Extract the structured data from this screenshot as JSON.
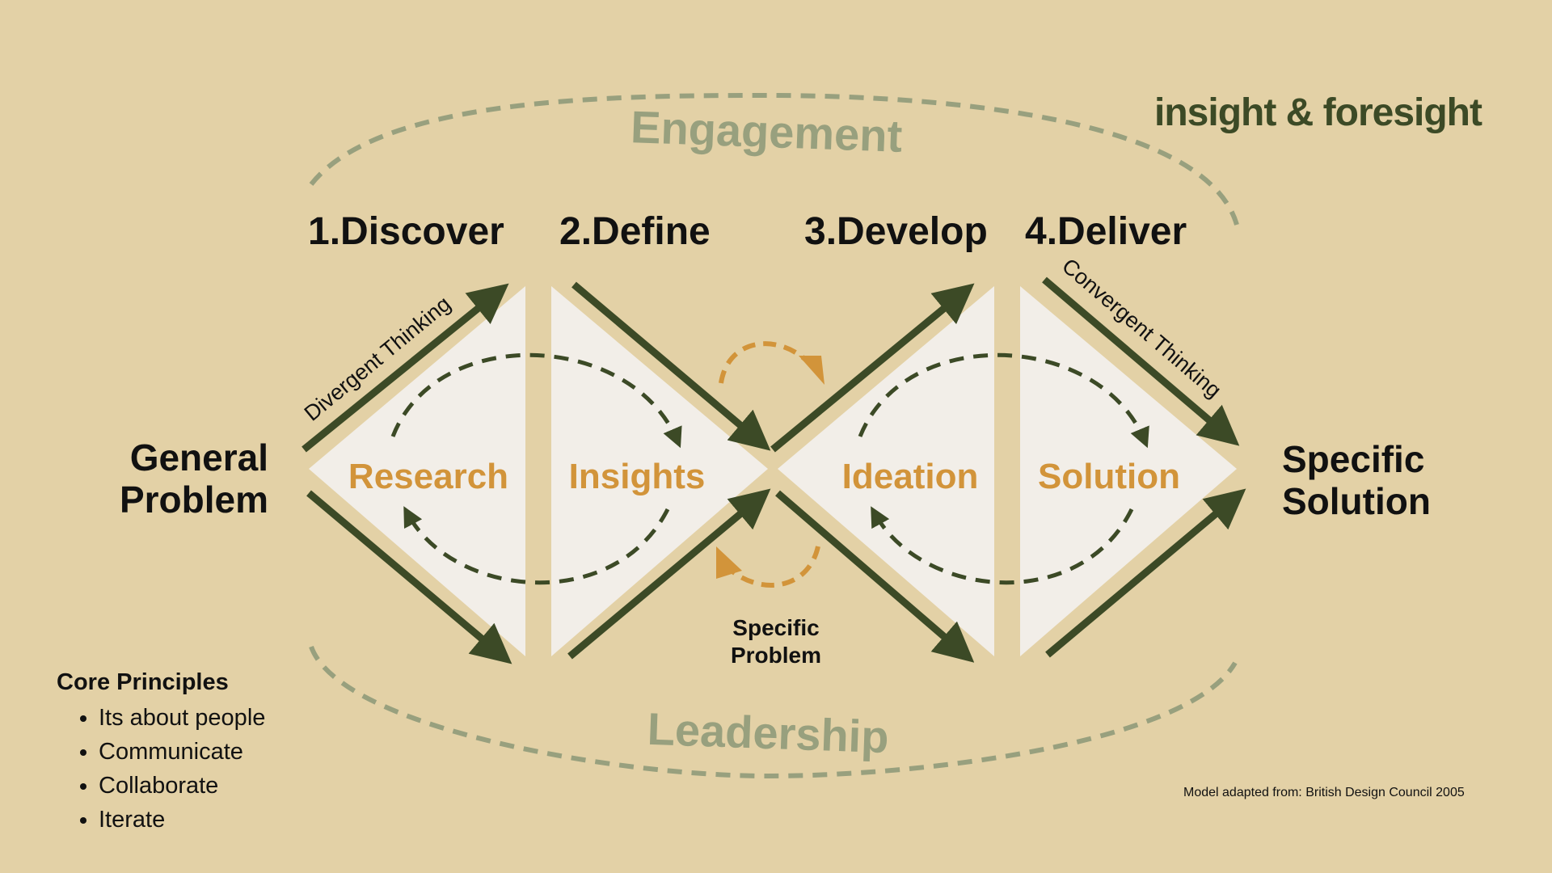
{
  "brand": "insight & foresight",
  "outer_labels": {
    "top": "Engagement",
    "bottom": "Leadership"
  },
  "stages": [
    {
      "label": "1.Discover"
    },
    {
      "label": "2.Define"
    },
    {
      "label": "3.Develop"
    },
    {
      "label": "4.Deliver"
    }
  ],
  "phases": [
    {
      "label": "Research"
    },
    {
      "label": "Insights"
    },
    {
      "label": "Ideation"
    },
    {
      "label": "Solution"
    }
  ],
  "thinking": {
    "divergent": "Divergent Thinking",
    "convergent": "Convergent Thinking"
  },
  "endpoints": {
    "start_line1": "General",
    "start_line2": "Problem",
    "middle_line1": "Specific",
    "middle_line2": "Problem",
    "end_line1": "Specific",
    "end_line2": "Solution"
  },
  "principles": {
    "title": "Core Principles",
    "items": [
      "Its about people",
      "Communicate",
      "Collaborate",
      "Iterate"
    ]
  },
  "attribution": "Model adapted from: British Design Council 2005",
  "colors": {
    "background": "#e3d1a6",
    "arrow": "#3c4a26",
    "phase_text": "#d2943a",
    "outer_label": "#98a07e",
    "triangle_fill": "#f2eee8",
    "loop_arrow": "#d2943a"
  }
}
